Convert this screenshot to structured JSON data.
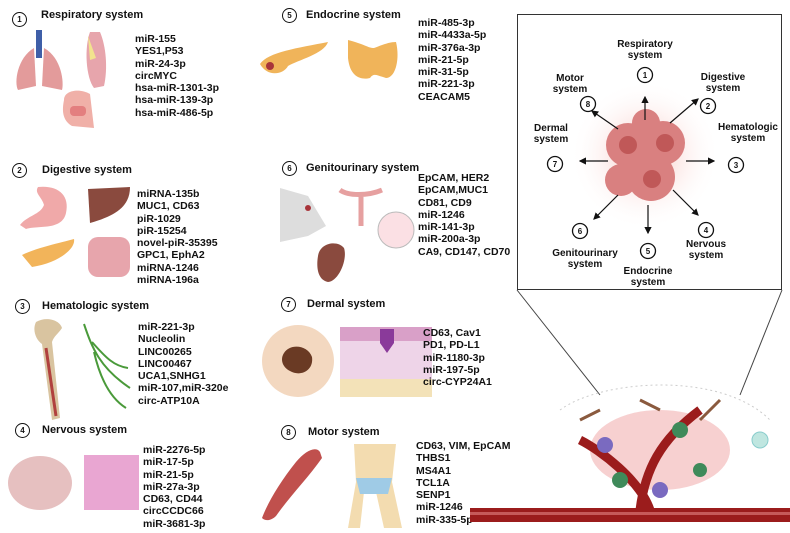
{
  "sections": [
    {
      "number": "1",
      "title": "Respiratory system",
      "markers": [
        "miR-155",
        "YES1,P53",
        "miR-24-3p",
        "circMYC",
        "hsa-miR-1301-3p",
        "hsa-miR-139-3p",
        "hsa-miR-486-5p"
      ]
    },
    {
      "number": "2",
      "title": "Digestive system",
      "markers": [
        "miRNA-135b",
        "MUC1, CD63",
        "piR-1029",
        "piR-15254",
        "novel-piR-35395",
        "GPC1, EphA2",
        "miRNA-1246",
        "miRNA-196a"
      ]
    },
    {
      "number": "3",
      "title": "Hematologic system",
      "markers": [
        "miR-221-3p",
        "Nucleolin",
        "LINC00265",
        "LINC00467",
        "UCA1,SNHG1",
        "miR-107,miR-320e",
        "circ-ATP10A"
      ]
    },
    {
      "number": "4",
      "title": "Nervous system",
      "markers": [
        "miR-2276-5p",
        "miR-17-5p",
        "miR-21-5p",
        "miR-27a-3p",
        "CD63, CD44",
        "circCCDC66",
        "miR-3681-3p"
      ]
    },
    {
      "number": "5",
      "title": "Endocrine system",
      "markers": [
        "miR-485-3p",
        "miR-4433a-5p",
        "miR-376a-3p",
        "miR-21-5p",
        "miR-31-5p",
        "miR-221-3p",
        "CEACAM5"
      ]
    },
    {
      "number": "6",
      "title": "Genitourinary system",
      "markers": [
        "EpCAM, HER2",
        "EpCAM,MUC1",
        "CD81, CD9",
        "miR-1246",
        "miR-141-3p",
        "miR-200a-3p",
        "CA9, CD147, CD70"
      ]
    },
    {
      "number": "7",
      "title": "Dermal system",
      "markers": [
        "CD63, Cav1",
        "PD1, PD-L1",
        "miR-1180-3p",
        "miR-197-5p",
        "circ-CYP24A1"
      ]
    },
    {
      "number": "8",
      "title": "Motor system",
      "markers": [
        "CD63, VIM, EpCAM",
        "THBS1",
        "MS4A1",
        "TCL1A",
        "SENP1",
        "miR-1246",
        "miR-335-5p"
      ]
    }
  ],
  "panel": {
    "labels": [
      {
        "number": "1",
        "line1": "Respiratory",
        "line2": "system"
      },
      {
        "number": "2",
        "line1": "Digestive",
        "line2": "system"
      },
      {
        "number": "3",
        "line1": "Hematologic",
        "line2": "system"
      },
      {
        "number": "4",
        "line1": "Nervous",
        "line2": "system"
      },
      {
        "number": "5",
        "line1": "Endocrine",
        "line2": "system"
      },
      {
        "number": "6",
        "line1": "Genitourinary",
        "line2": "system"
      },
      {
        "number": "7",
        "line1": "Dermal",
        "line2": "system"
      },
      {
        "number": "8",
        "line1": "Motor",
        "line2": "system"
      }
    ]
  },
  "colors": {
    "tumor": "#d9847f",
    "vessel": "#9b1c1c",
    "organ_pink": "#e8a3a3",
    "pancreas": "#f0b45a",
    "liver": "#8a4a3e"
  }
}
